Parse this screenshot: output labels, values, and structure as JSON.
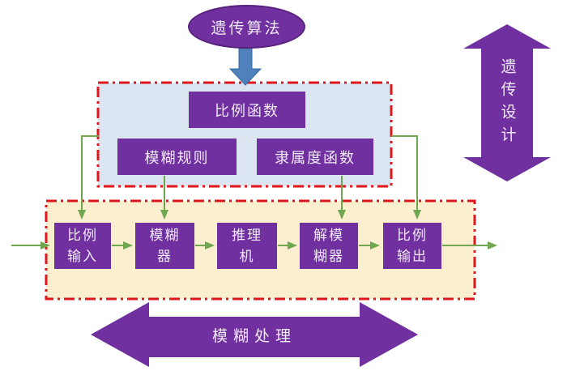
{
  "diagram": {
    "top_node": {
      "label": "遗传算法"
    },
    "design_frame": {
      "boxes": [
        "比例函数",
        "模糊规则",
        "隶属度函数"
      ]
    },
    "process_frame": {
      "boxes": [
        "比例\n输入",
        "模糊\n器",
        "推理\n机",
        "解模\n糊器",
        "比例\n输出"
      ]
    },
    "bottom_arrow": {
      "label": "模糊处理"
    },
    "right_arrow": {
      "label": "遗传设计"
    },
    "colors": {
      "purple": "#7030a0",
      "purple_dark": "#58227e",
      "frame_blue": "#dce6f2",
      "frame_cream": "#fcefd0",
      "border_red": "#e0151b",
      "connector_green": "#6fa750",
      "arrow_blue": "#4f81bd",
      "arrow_blue_dark": "#3a6aa0",
      "text_light": "#f2e9f7"
    }
  }
}
